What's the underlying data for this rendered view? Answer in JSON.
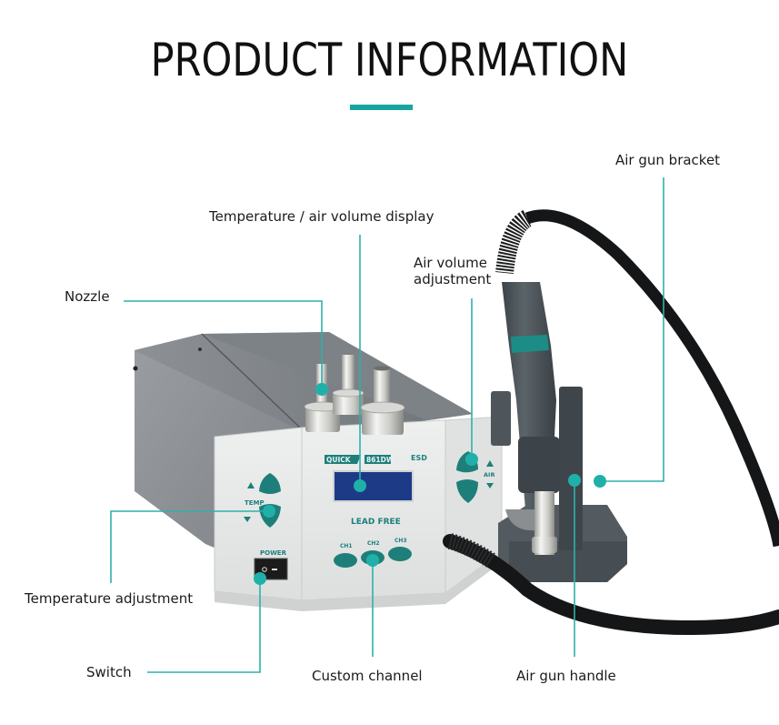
{
  "header": {
    "title": "PRODUCT INFORMATION",
    "accent_color": "#17a5a0"
  },
  "callouts": {
    "nozzle": "Nozzle",
    "display": "Temperature / air volume display",
    "air_volume_line1": "Air volume",
    "air_volume_line2": "adjustment",
    "air_gun_bracket": "Air gun bracket",
    "temperature_adjustment": "Temperature adjustment",
    "switch": "Switch",
    "custom_channel": "Custom channel",
    "air_gun_handle": "Air gun handle"
  },
  "device": {
    "brand": "QUICK",
    "model": "861DW",
    "esd": "ESD",
    "lead_free": "LEAD FREE",
    "temp_label": "TEMP",
    "air_label": "AIR",
    "power_label": "POWER",
    "channels": [
      "CH1",
      "CH2",
      "CH3"
    ],
    "colors": {
      "body_gray": "#8e9296",
      "panel_white": "#e4e6e5",
      "button_teal": "#1e7f7a",
      "lcd_blue": "#1d3a86",
      "handle_dark": "#4a5257",
      "hose_black": "#151617"
    }
  }
}
